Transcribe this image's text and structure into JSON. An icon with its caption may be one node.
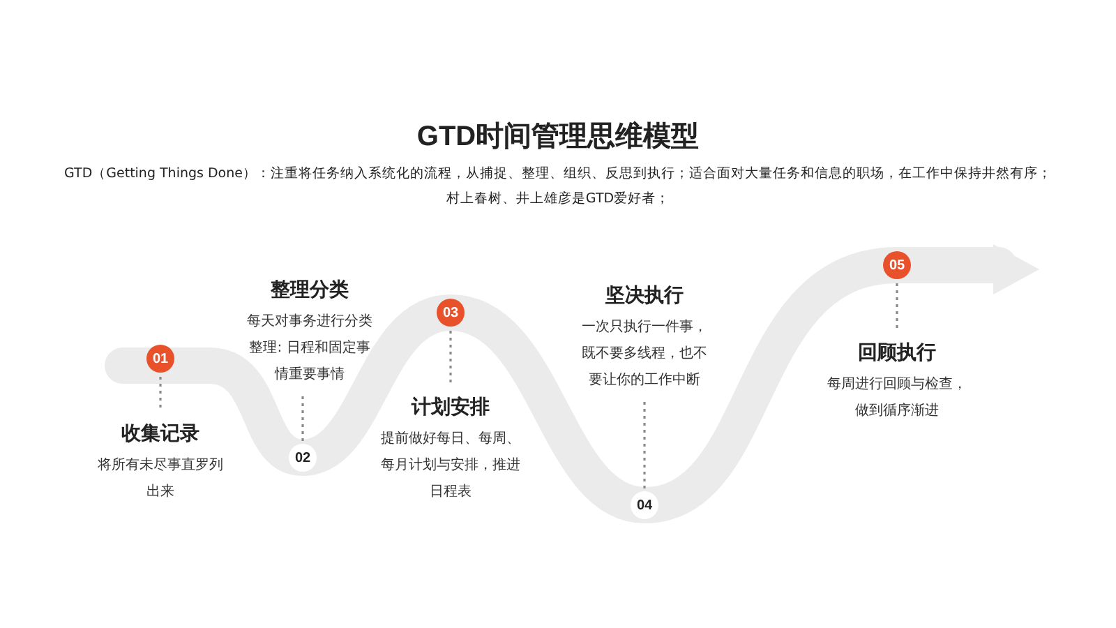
{
  "diagram": {
    "title": "GTD时间管理思维模型",
    "nodes": [
      {
        "text": [
          "01"
        ]
      },
      {
        "text": [
          "收集记录",
          "将所有未尽事直罗列出来"
        ]
      },
      {
        "text": [
          "整理分类",
          "每天对事务进行分类整理: 日程和固定事情重要事情"
        ]
      },
      {
        "text": [
          "02"
        ]
      },
      {
        "text": [
          "03"
        ]
      },
      {
        "text": [
          "计划安排",
          "提前做好每日、每周、每月计划与安排，推进日程表"
        ]
      },
      {
        "text": [
          "坚决执行",
          "一次只执行一件事，既不要多线程，也不要让你的工作中断"
        ]
      },
      {
        "text": [
          "04"
        ]
      },
      {
        "text": [
          "05"
        ]
      },
      {
        "text": [
          "回顾执行",
          "每周进行回顾与检查，做到循序渐进"
        ]
      }
    ],
    "edges": [
      {
        "from": 0,
        "to": 1,
        "arrow": "none",
        "style": "dashed"
      },
      {
        "from": 3,
        "to": 2,
        "arrow": "none",
        "style": "dashed"
      },
      {
        "from": 4,
        "to": 5,
        "arrow": "none",
        "style": "dashed"
      },
      {
        "from": 7,
        "to": 6,
        "arrow": "none",
        "style": "dashed"
      },
      {
        "from": 8,
        "to": 9,
        "arrow": "none",
        "style": "dashed"
      }
    ],
    "labels": [
      "GTD（Getting Things Done）：注重将任务纳入系统化的流程，从捕捉、整理、组织、反思到执行；适合面对大量任务和信息的职场，在工作中保持井然有序；",
      "村上春树、井上雄彦是GTD爱好者；"
    ]
  }
}
